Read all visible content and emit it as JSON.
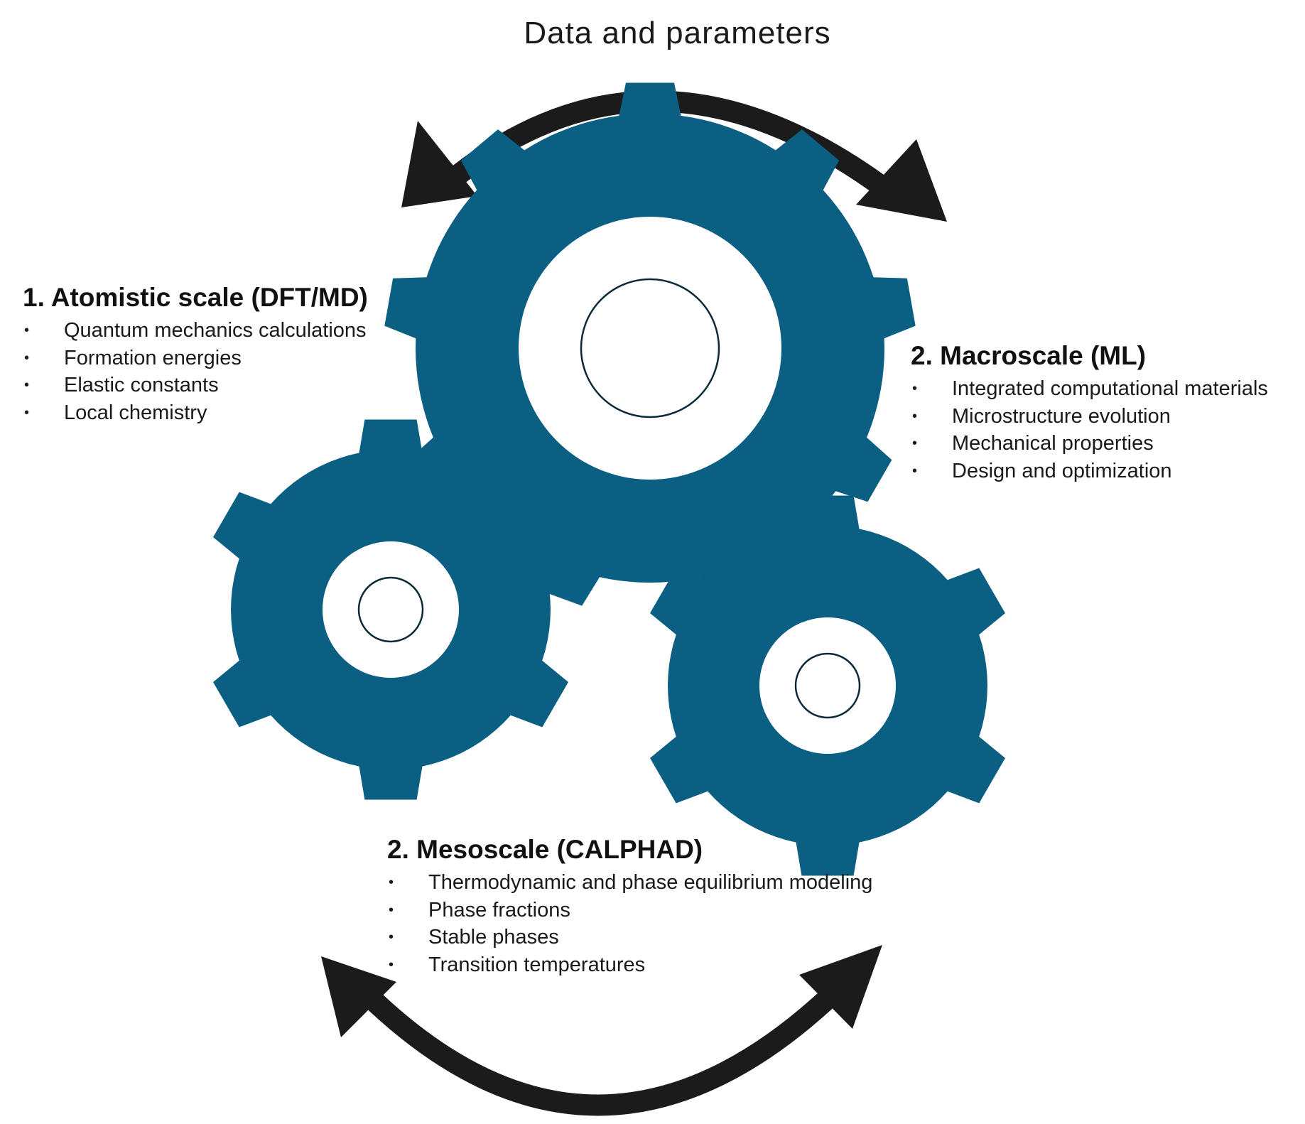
{
  "caption": "Data and parameters",
  "colors": {
    "gear": "#0b5f82",
    "arrow": "#1b1b1b",
    "text": "#111111"
  },
  "blocks": {
    "atomistic": {
      "title": "1. Atomistic scale (DFT/MD)",
      "items": [
        "Quantum mechanics calculations",
        "Formation energies",
        "Elastic constants",
        "Local chemistry"
      ]
    },
    "macro": {
      "title": "2. Macroscale (ML)",
      "items": [
        "Integrated computational materials",
        "Microstructure evolution",
        "Mechanical  properties",
        "Design and optimization"
      ]
    },
    "meso": {
      "title": "2. Mesoscale (CALPHAD)",
      "items": [
        "Thermodynamic and phase equilibrium modeling",
        "Phase fractions",
        "Stable phases",
        "Transition temperatures"
      ]
    }
  },
  "icons": [
    "large-gear-icon",
    "small-gear-left-icon",
    "small-gear-right-icon",
    "double-arrow-top-icon",
    "double-arrow-bottom-icon"
  ]
}
